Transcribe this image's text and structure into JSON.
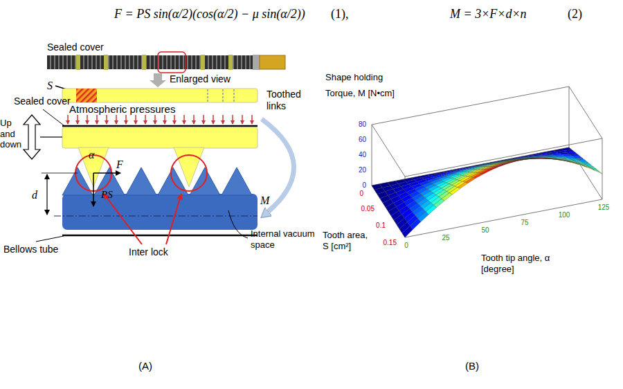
{
  "diagram": {
    "labels": [
      "F = PS sin(α/2)(cos(α/2) − μ sin(α/2))",
      "(1),",
      "M = 3×F×d×n",
      "(2)",
      "Sealed cover",
      "Enlarged view",
      "S",
      "Sealed cover",
      "Atmospheric pressures",
      "Toothed links",
      "Up and down",
      "α",
      "F",
      "d",
      "PS",
      "M",
      "Bellows tube",
      "Inter lock",
      "Internal vacuum space",
      "(A)",
      "(B)",
      "Shape holding Torque, M [N•cm]",
      "Tooth area, S [cm²]",
      "Tooth tip angle, α [degree]",
      "80",
      "60",
      "40",
      "20",
      "0",
      "0",
      "0.05",
      "0.1",
      "0.15",
      "0",
      "25",
      "50",
      "75",
      "100",
      "125"
    ]
  }
}
